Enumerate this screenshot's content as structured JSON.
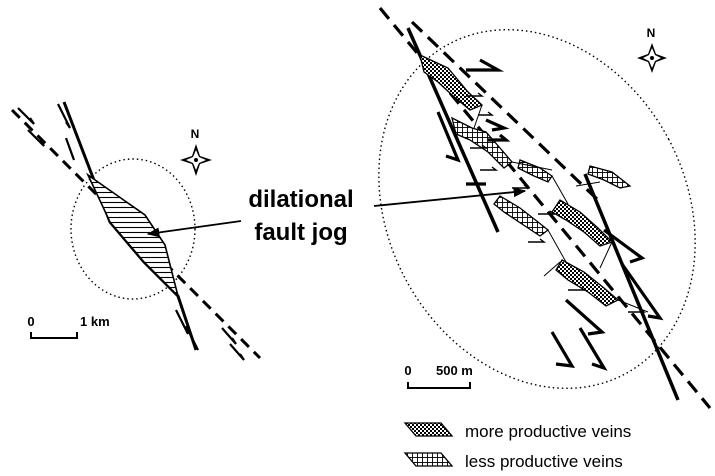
{
  "label": {
    "line1": "dilational",
    "line2": "fault jog"
  },
  "scale_left": {
    "start": "0",
    "end": "1 km"
  },
  "scale_right": {
    "start": "0",
    "end": "500 m"
  },
  "north_left": "N",
  "north_right": "N",
  "legend": {
    "more": "more productive veins",
    "less": "less productive veins"
  }
}
